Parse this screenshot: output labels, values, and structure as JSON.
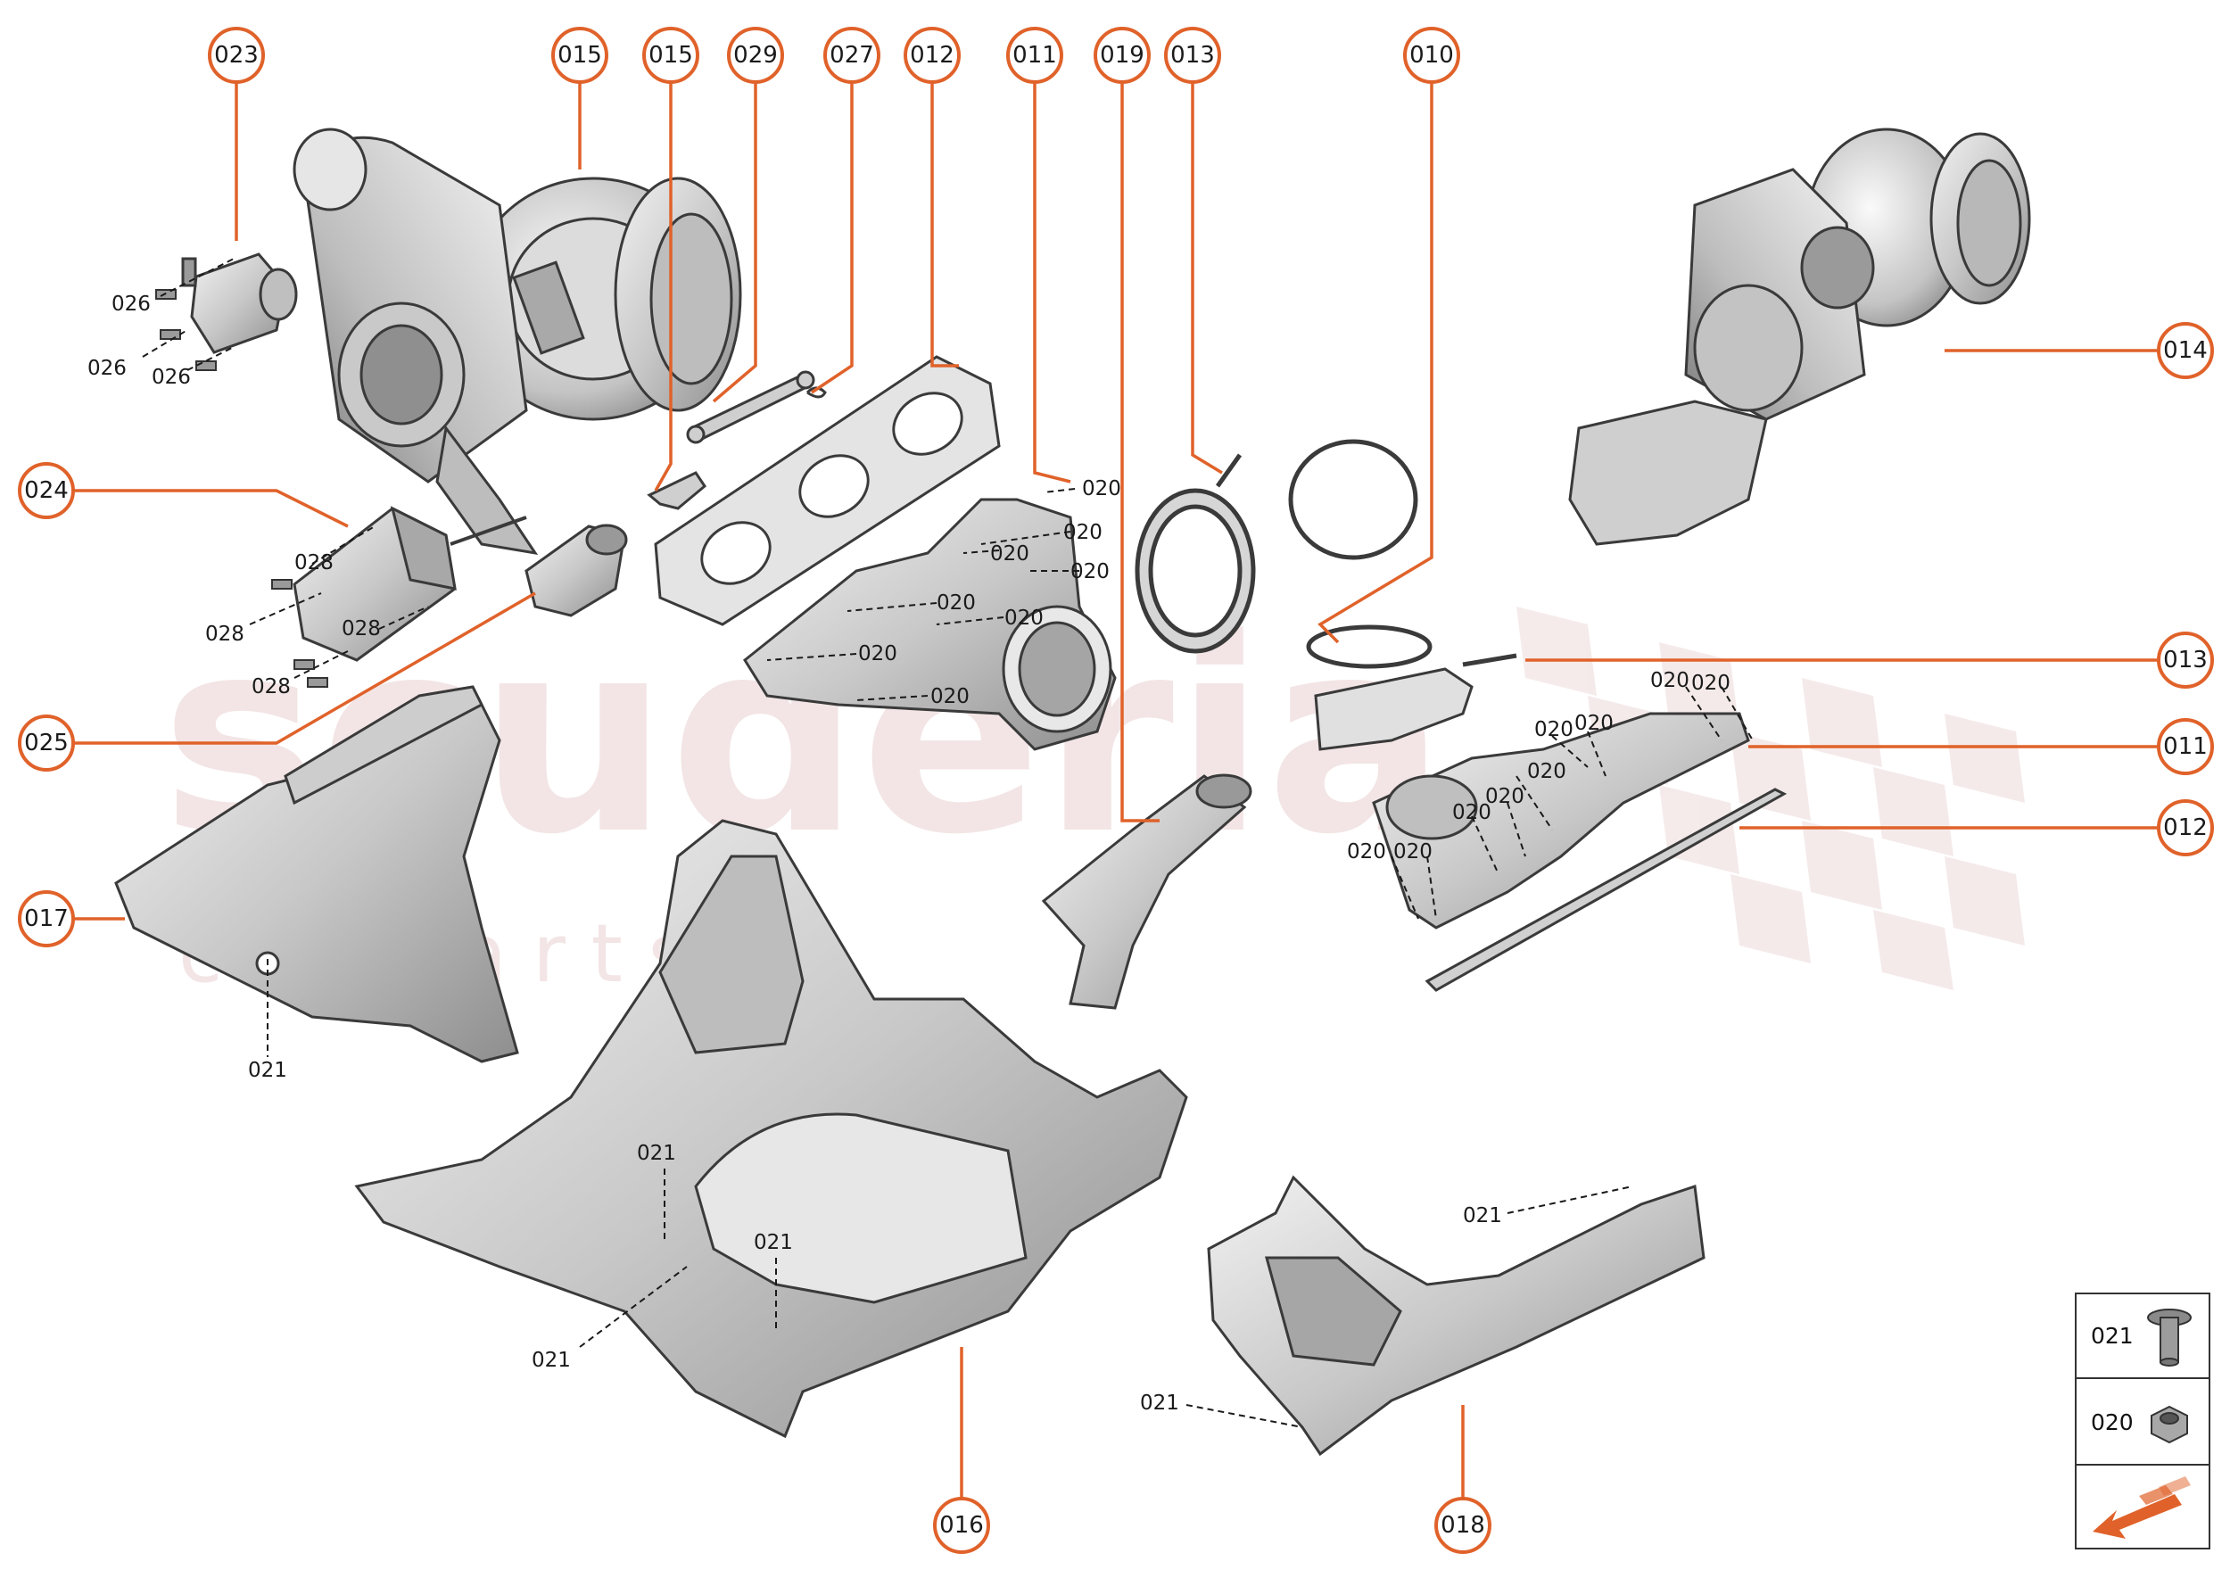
{
  "callouts": {
    "c023": "023",
    "c015a": "015",
    "c015b": "015",
    "c029": "029",
    "c027": "027",
    "c012a": "012",
    "c011a": "011",
    "c019": "019",
    "c013a": "013",
    "c010": "010",
    "c014": "014",
    "c024": "024",
    "c025": "025",
    "c013b": "013",
    "c011b": "011",
    "c012b": "012",
    "c017": "017",
    "c016": "016",
    "c018": "018"
  },
  "labels": {
    "l026a": "026",
    "l026b": "026",
    "l026c": "026",
    "l028a": "028",
    "l028b": "028",
    "l028c": "028",
    "l028d": "028",
    "l020a": "020",
    "l020b": "020",
    "l020c": "020",
    "l020d": "020",
    "l020e": "020",
    "l020f": "020",
    "l020g": "020",
    "l020h": "020",
    "l020i": "020",
    "l020j": "020",
    "l020k": "020",
    "l020l": "020",
    "l020m": "020",
    "l020n": "020",
    "l020o": "020",
    "l020p": "020",
    "l020q": "020",
    "l021a": "021",
    "l021b": "021",
    "l021c": "021",
    "l021d": "021",
    "l021e": "021",
    "l021f": "021"
  },
  "legend": {
    "row1": "021",
    "row2": "020"
  },
  "watermark": {
    "main": "scuderia",
    "sub": "c a r   p a r t s"
  },
  "colors": {
    "accent": "#e0622a",
    "part_fill": "#d9d9d9",
    "part_stroke": "#3a3a3a",
    "watermark": "#b86464"
  }
}
